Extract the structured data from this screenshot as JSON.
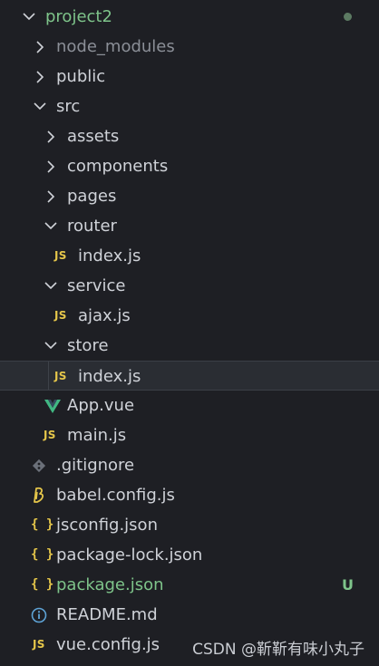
{
  "explorer": {
    "root": {
      "label": "project2"
    },
    "items": [
      {
        "label": "node_modules"
      },
      {
        "label": "public"
      },
      {
        "label": "src"
      },
      {
        "label": "assets"
      },
      {
        "label": "components"
      },
      {
        "label": "pages"
      },
      {
        "label": "router"
      },
      {
        "label": "index.js"
      },
      {
        "label": "service"
      },
      {
        "label": "ajax.js"
      },
      {
        "label": "store"
      },
      {
        "label": "index.js"
      },
      {
        "label": "App.vue"
      },
      {
        "label": "main.js"
      },
      {
        "label": ".gitignore"
      },
      {
        "label": "babel.config.js"
      },
      {
        "label": "jsconfig.json"
      },
      {
        "label": "package-lock.json"
      },
      {
        "label": "package.json",
        "badge": "U"
      },
      {
        "label": "README.md"
      },
      {
        "label": "vue.config.js"
      }
    ],
    "icons": {
      "js": "JS",
      "json": "{ }"
    }
  },
  "colors": {
    "background": "#1e1f24",
    "text": "#cfd2d8",
    "untracked_green": "#7ec48a",
    "js_yellow": "#e5c64a",
    "vue_green": "#41b883",
    "dimmed": "#8b8f97"
  },
  "watermark": "CSDN @靳靳有味小丸子"
}
